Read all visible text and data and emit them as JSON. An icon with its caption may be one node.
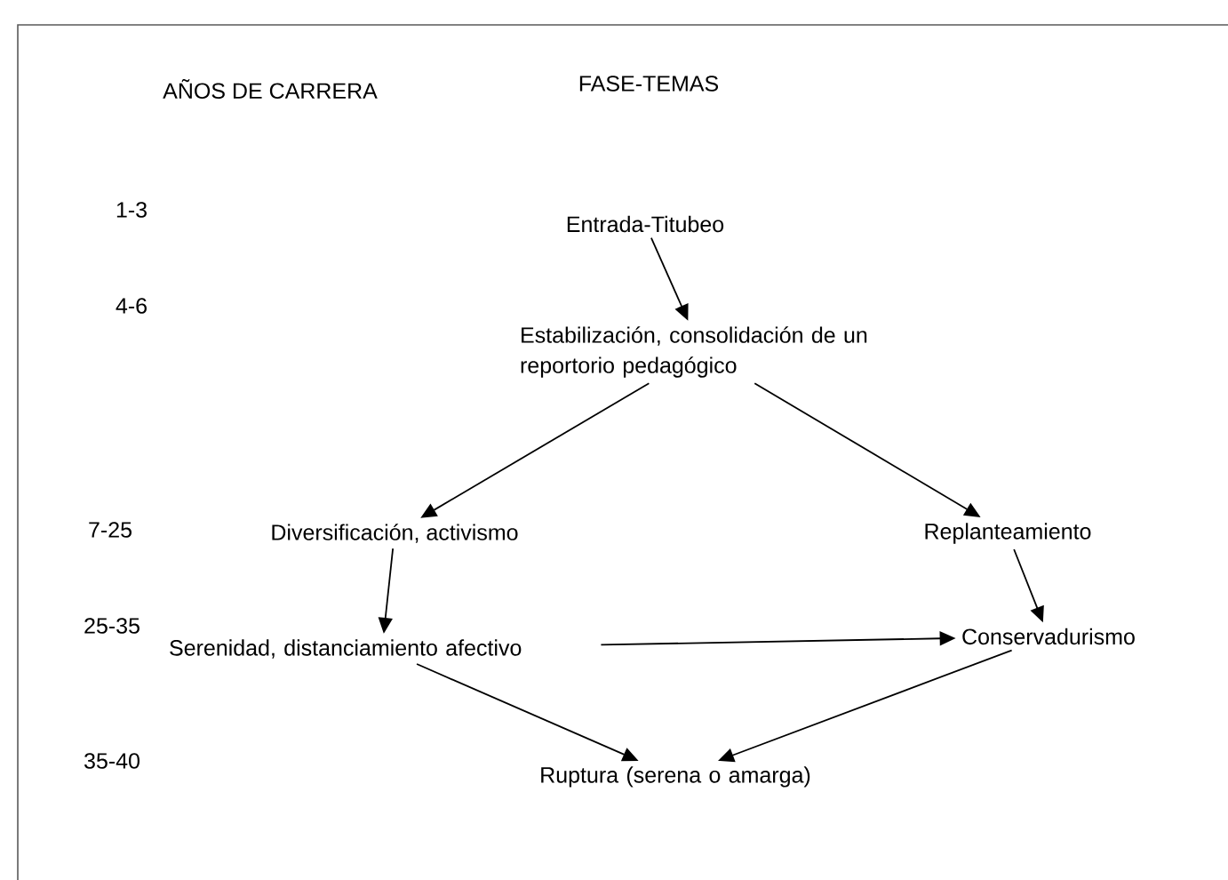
{
  "diagram": {
    "nodes": [
      {
        "text": [
          "Entrada-Titubeo"
        ]
      },
      {
        "text": [
          "Estabilización, consolidación de un reportorio pedagógico"
        ]
      },
      {
        "text": [
          "Diversificación, activismo"
        ]
      },
      {
        "text": [
          "Replanteamiento"
        ]
      },
      {
        "text": [
          "Serenidad, distanciamiento afectivo"
        ]
      },
      {
        "text": [
          "Conservadurismo"
        ]
      },
      {
        "text": [
          "Ruptura (serena o amarga)"
        ]
      }
    ],
    "edges": [
      {
        "from": 0,
        "to": 1,
        "arrow": "to"
      },
      {
        "from": 1,
        "to": 2,
        "arrow": "to"
      },
      {
        "from": 1,
        "to": 3,
        "arrow": "to"
      },
      {
        "from": 2,
        "to": 4,
        "arrow": "to"
      },
      {
        "from": 3,
        "to": 5,
        "arrow": "to"
      },
      {
        "from": 4,
        "to": 5,
        "arrow": "to"
      },
      {
        "from": 4,
        "to": 6,
        "arrow": "to"
      },
      {
        "from": 5,
        "to": 6,
        "arrow": "to"
      }
    ],
    "labels": [
      "AÑOS DE CARRERA",
      "FASE-TEMAS",
      "1-3",
      "4-6",
      "7-25",
      "25-35",
      "35-40"
    ]
  }
}
